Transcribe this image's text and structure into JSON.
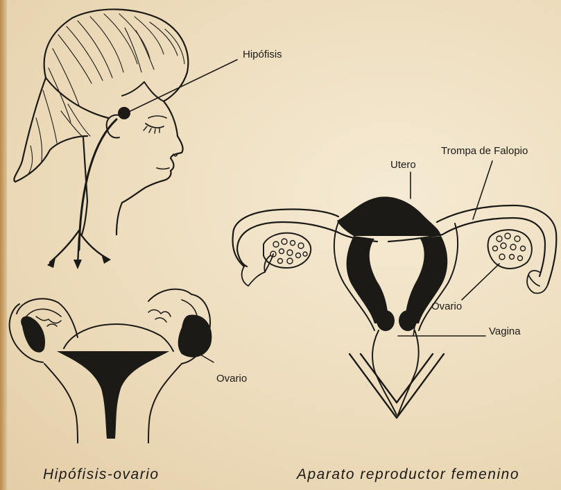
{
  "labels": {
    "hipofisis": "Hipófisis",
    "ovario_left": "Ovario",
    "utero": "Utero",
    "trompa": "Trompa de Falopio",
    "ovario_right": "Ovario",
    "vagina": "Vagina"
  },
  "captions": {
    "left": "Hipófisis-ovario",
    "right": "Aparato reproductor femenino"
  },
  "colors": {
    "ink": "#1c1a17",
    "paper": "#efe3c8"
  }
}
